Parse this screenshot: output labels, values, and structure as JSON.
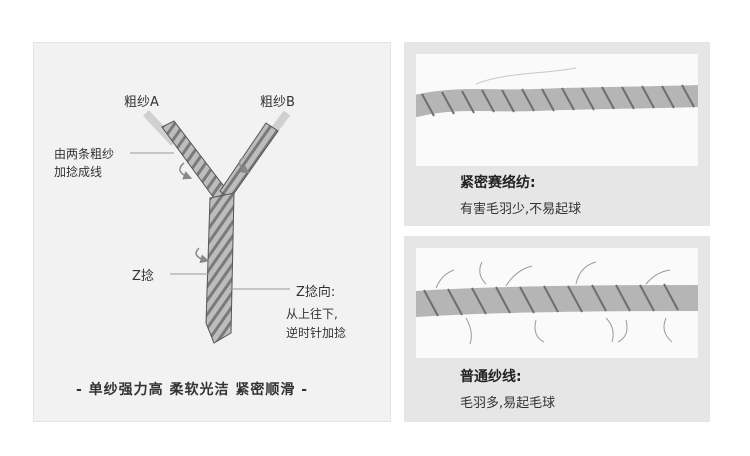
{
  "diagram": {
    "yarn_a_label": "粗纱A",
    "yarn_b_label": "粗纱B",
    "twist_note_line1": "由两条粗纱",
    "twist_note_line2": "加捻成线",
    "z_twist_label": "Z捻",
    "z_direction_title": "Z捻向:",
    "z_direction_line1": "从上往下,",
    "z_direction_line2": "逆时针加捻",
    "footer": "- 单纱强力高 柔软光洁 紧密顺滑 -"
  },
  "compare": {
    "dense": {
      "title": "紧密赛络纺:",
      "desc": "有害毛羽少,不易起球"
    },
    "normal": {
      "title": "普通纱线:",
      "desc": "毛羽多,易起毛球"
    }
  },
  "colors": {
    "yarn": "#a8a8a8",
    "yarn_dark": "#6e6e6e",
    "panel": "#f2f2f2",
    "frame": "#e6e6e6"
  }
}
